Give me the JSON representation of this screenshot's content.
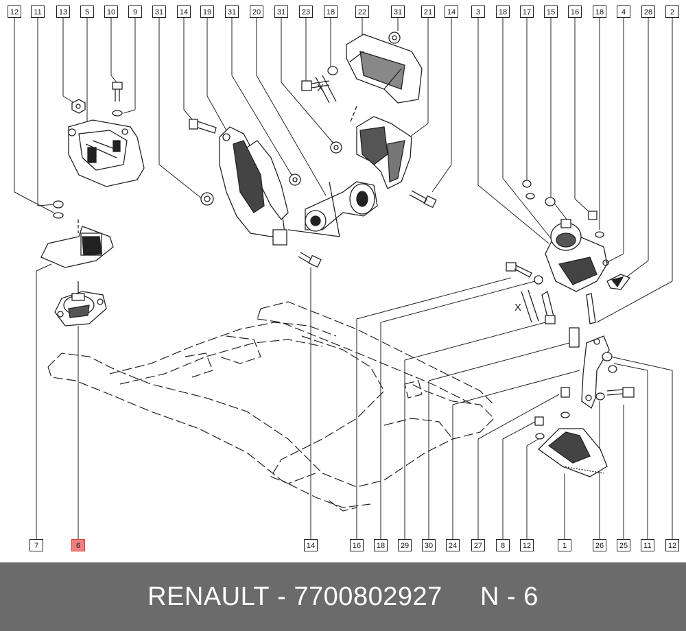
{
  "callouts_top": [
    "12",
    "11",
    "13",
    "5",
    "10",
    "9",
    "31",
    "14",
    "19",
    "31",
    "20",
    "31",
    "23",
    "18",
    "22",
    "31",
    "21",
    "14",
    "3",
    "18",
    "17",
    "15",
    "16",
    "18",
    "4",
    "28",
    "2"
  ],
  "callouts_bottom": [
    "7",
    "6",
    "14",
    "16",
    "18",
    "29",
    "30",
    "24",
    "27",
    "8",
    "12",
    "1",
    "26",
    "25",
    "11",
    "12"
  ],
  "highlighted_part": "6",
  "cross_marks": [
    "X",
    "X"
  ],
  "footer": {
    "brand": "RENAULT",
    "separator": " - ",
    "part_number": "7700802927",
    "gap": "     ",
    "position_label": "N - 6"
  },
  "colors": {
    "footer_bg": "#6b6b6b",
    "highlight": "#f08080",
    "line": "#222222"
  }
}
